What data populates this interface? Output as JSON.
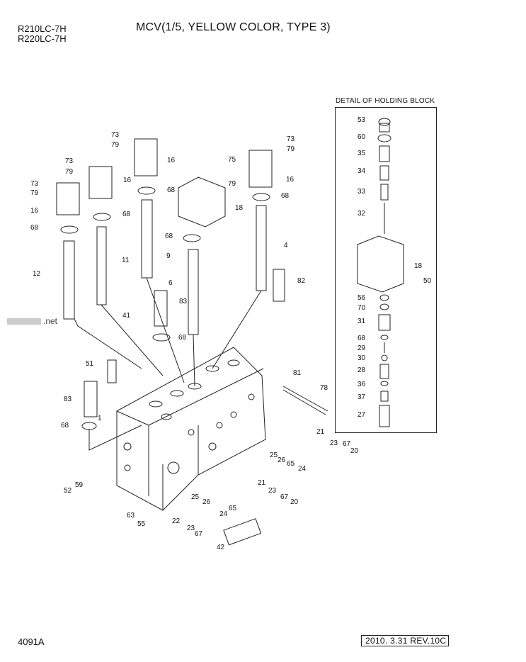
{
  "header": {
    "model_line1": "R210LC-7H",
    "model_line2": "R220LC-7H",
    "title": "MCV(1/5, YELLOW COLOR, TYPE 3)"
  },
  "detail": {
    "title": "DETAIL OF HOLDING BLOCK",
    "labels": [
      "53",
      "60",
      "35",
      "34",
      "33",
      "32",
      "18",
      "50",
      "56",
      "70",
      "31",
      "68",
      "29",
      "30",
      "28",
      "36",
      "37",
      "27"
    ]
  },
  "main_labels": [
    "73",
    "79",
    "16",
    "73",
    "79",
    "16",
    "73",
    "79",
    "16",
    "75",
    "79",
    "73",
    "79",
    "16",
    "68",
    "68",
    "68",
    "68",
    "18",
    "68",
    "12",
    "11",
    "9",
    "4",
    "6",
    "82",
    "83",
    "41",
    "68",
    "51",
    "83",
    "1",
    "68",
    "81",
    "78",
    "21",
    "23",
    "67",
    "20",
    "25",
    "26",
    "65",
    "24",
    "59",
    "52",
    "21",
    "23",
    "25",
    "26",
    "67",
    "20",
    "65",
    "24",
    "63",
    "55",
    "22",
    "23",
    "67",
    "42"
  ],
  "footer": {
    "doc_number": "4091A",
    "revision": "2010. 3.31  REV.10C"
  },
  "watermark": ".net"
}
